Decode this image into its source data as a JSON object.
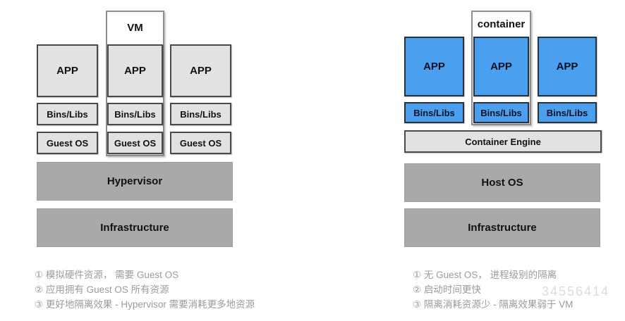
{
  "left_diagram": {
    "wrapper_label": "VM",
    "columns": [
      {
        "app": "APP",
        "bins": "Bins/Libs",
        "os": "Guest OS"
      },
      {
        "app": "APP",
        "bins": "Bins/Libs",
        "os": "Guest OS"
      },
      {
        "app": "APP",
        "bins": "Bins/Libs",
        "os": "Guest OS"
      }
    ],
    "hypervisor_label": "Hypervisor",
    "infrastructure_label": "Infrastructure",
    "notes": [
      "① 模拟硬件资源， 需要 Guest OS",
      "② 应用拥有 Guest OS 所有资源",
      "③ 更好地隔离效果 - Hypervisor 需要消耗更多地资源"
    ]
  },
  "right_diagram": {
    "wrapper_label": "container",
    "columns": [
      {
        "app": "APP",
        "bins": "Bins/Libs"
      },
      {
        "app": "APP",
        "bins": "Bins/Libs"
      },
      {
        "app": "APP",
        "bins": "Bins/Libs"
      }
    ],
    "engine_label": "Container Engine",
    "host_os_label": "Host OS",
    "infrastructure_label": "Infrastructure",
    "notes": [
      "① 无 Guest OS， 进程级别的隔离",
      "② 启动时间更快",
      "③ 隔离消耗资源少 - 隔离效果弱于 VM"
    ]
  },
  "watermark_text": "34556414",
  "colors": {
    "app_blue": "#4aa0ee",
    "light_gray_cell": "#e2e2e2",
    "dark_bar_gray": "#a9a9a7",
    "cell_border": "#4a4a4a",
    "wrapper_border": "#8e8e8e",
    "note_text": "#9b9b9b",
    "watermark": "#dcdcdc"
  }
}
